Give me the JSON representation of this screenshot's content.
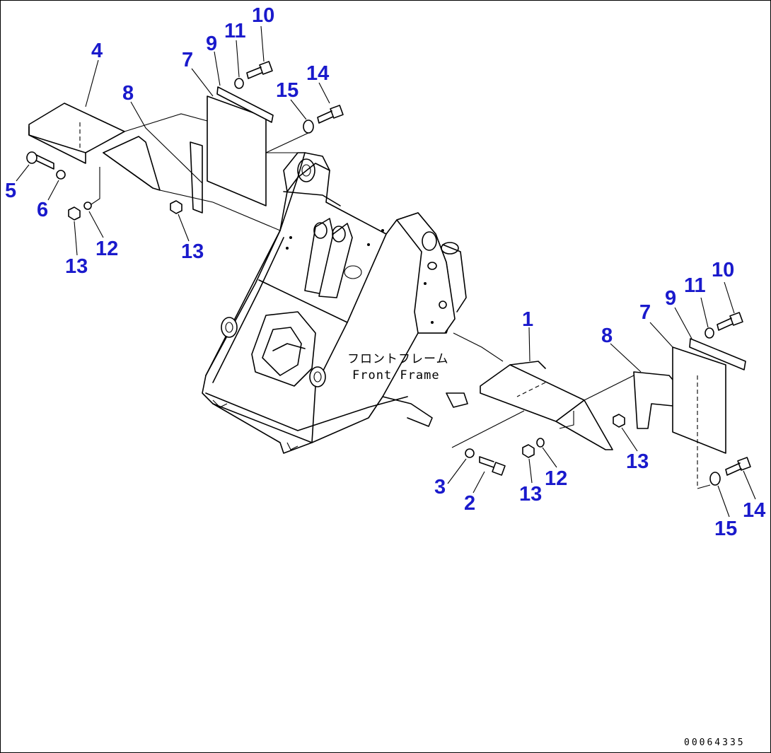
{
  "callouts": {
    "c1": "1",
    "c2": "2",
    "c3": "3",
    "c4": "4",
    "c5": "5",
    "c6": "6",
    "c7": "7",
    "c7b": "7",
    "c8": "8",
    "c8b": "8",
    "c9": "9",
    "c9b": "9",
    "c10": "10",
    "c10b": "10",
    "c11": "11",
    "c11b": "11",
    "c12": "12",
    "c12b": "12",
    "c13": "13",
    "c13b": "13",
    "c13c": "13",
    "c13d": "13",
    "c14": "14",
    "c14b": "14",
    "c15": "15",
    "c15b": "15"
  },
  "frame_label": {
    "japanese": "フロントフレーム",
    "english": "Front Frame"
  },
  "document_id": "00064335",
  "colors": {
    "callout": "#1a1acc",
    "line": "#000000",
    "background": "#ffffff"
  }
}
